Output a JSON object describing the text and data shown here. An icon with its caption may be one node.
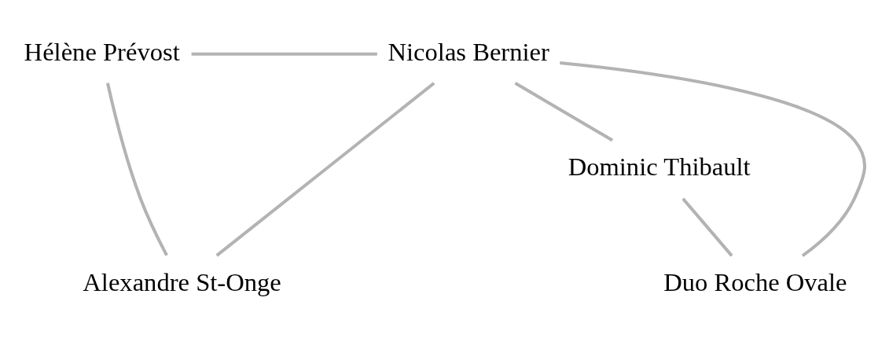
{
  "diagram": {
    "nodes": [
      {
        "text": [
          "Hélène Prévost"
        ]
      },
      {
        "text": [
          "Nicolas Bernier"
        ]
      },
      {
        "text": [
          "Dominic Thibault"
        ]
      },
      {
        "text": [
          "Alexandre St-Onge"
        ]
      },
      {
        "text": [
          "Duo Roche Ovale"
        ]
      }
    ],
    "edges": [
      {
        "from": 0,
        "to": 1,
        "arrow": "none"
      },
      {
        "from": 0,
        "to": 3,
        "arrow": "none"
      },
      {
        "from": 1,
        "to": 3,
        "arrow": "none"
      },
      {
        "from": 1,
        "to": 4,
        "arrow": "none"
      },
      {
        "from": 1,
        "to": 2,
        "arrow": "none"
      },
      {
        "from": 2,
        "to": 4,
        "arrow": "none"
      }
    ]
  }
}
